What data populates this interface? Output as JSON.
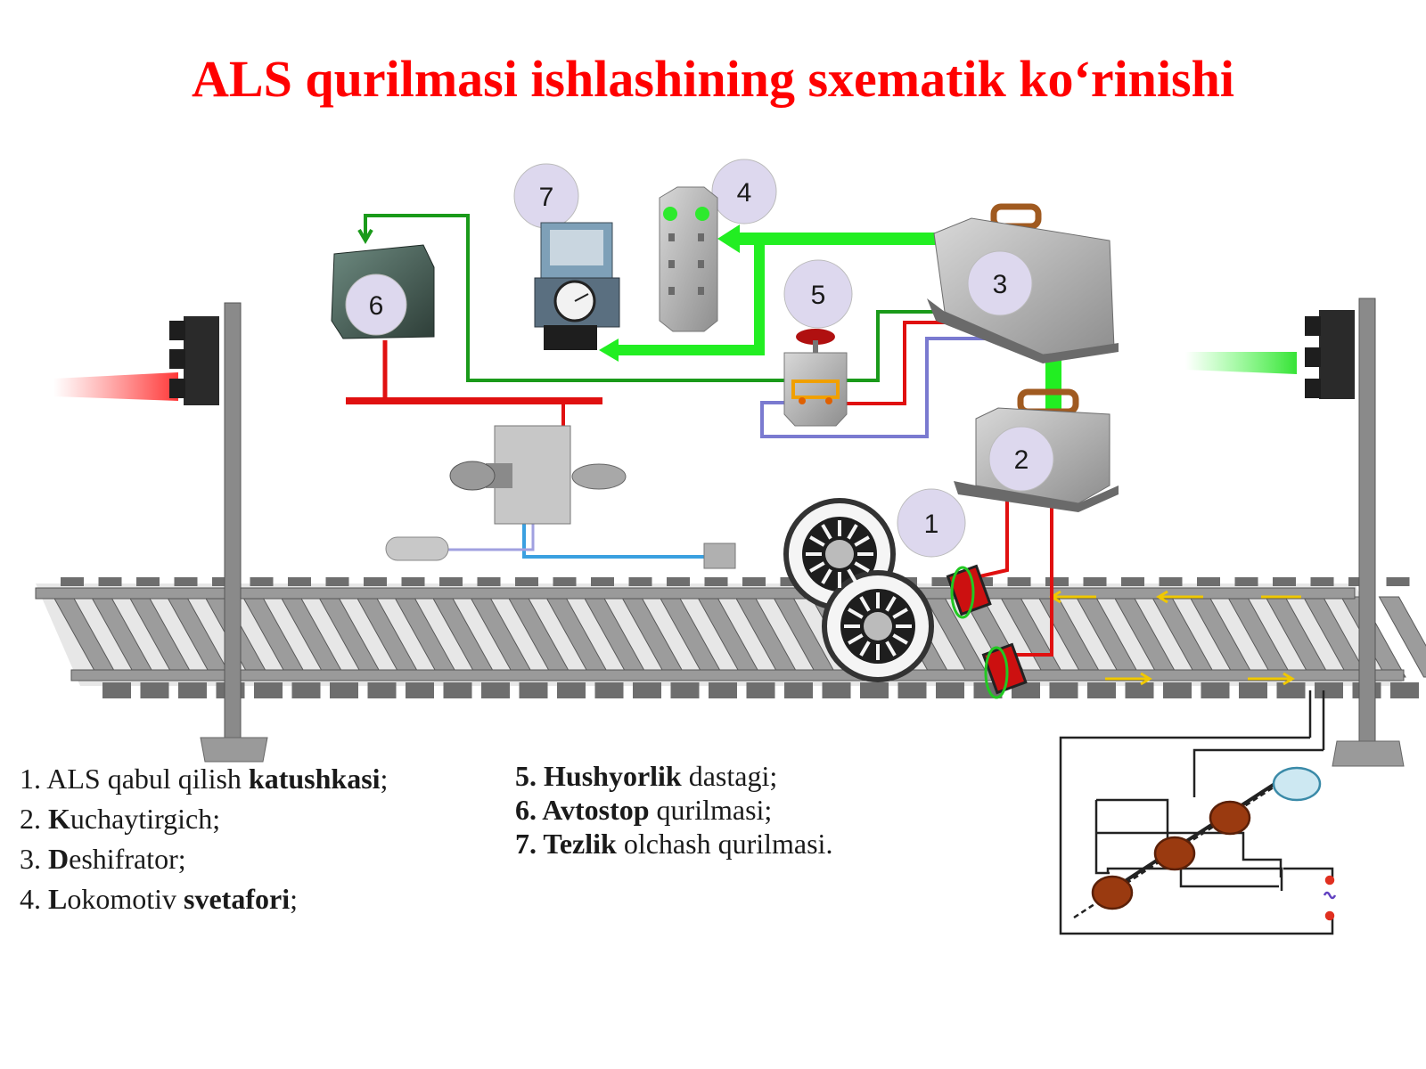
{
  "title": "ALS qurilmasi ishlashining sxematik ko‘rinishi",
  "labels": [
    "1",
    "2",
    "3",
    "4",
    "5",
    "6",
    "7"
  ],
  "legend_left": [
    {
      "n": "1.",
      "plain": " ALS qabul qilish ",
      "bold": "katushkasi",
      "tail": ";"
    },
    {
      "n": "2.",
      "plain": " ",
      "bold": "K",
      "tail": "uchaytirgich;"
    },
    {
      "n": "3.",
      "plain": " ",
      "bold": "D",
      "tail": "eshifrator;"
    },
    {
      "n": "4.",
      "plain": " ",
      "bold": "L",
      "tail": "okomotiv ",
      "bold2": "svetafori",
      "tail2": ";"
    }
  ],
  "legend_right": [
    {
      "n": "5.",
      "bold": " Hushyorlik",
      "tail": " dastagi;"
    },
    {
      "n": "6.",
      "bold": " Avtostop",
      "tail": " qurilmasi;"
    },
    {
      "n": "7.",
      "bold": " Tezlik",
      "tail": " olchash qurilmasi."
    }
  ],
  "colors": {
    "title": "#ff0000",
    "signal_green": "#22dd22",
    "wire_red": "#e01010",
    "wire_green": "#1a9a1a",
    "wire_blue": "#7a7ad0",
    "rail": "#8a8a8a"
  }
}
